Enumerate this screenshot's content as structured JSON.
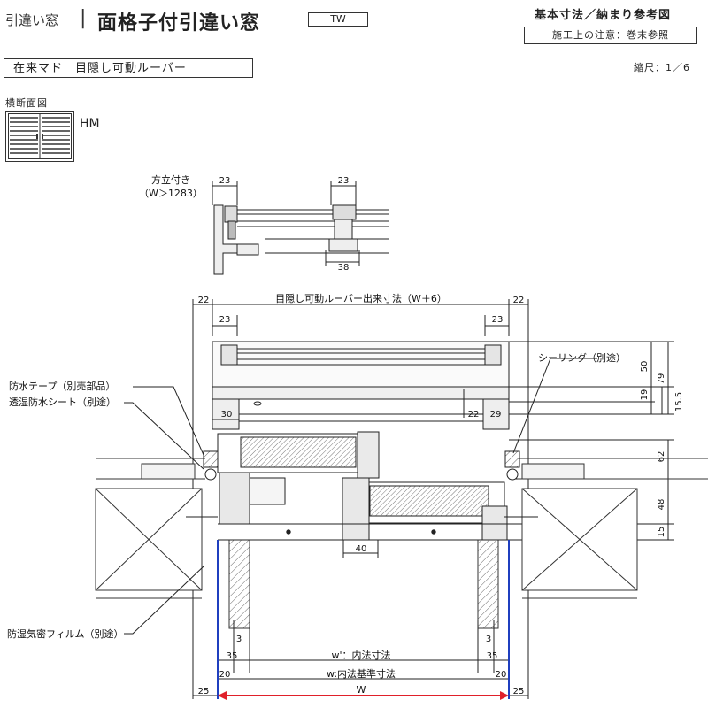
{
  "header": {
    "category": "引違い窓",
    "separator": "|",
    "title": "面格子付引違い窓",
    "type_code": "TW",
    "doc_type": "基本寸法／納まり参考図",
    "note": "施工上の注意：巻末参照",
    "scale": "縮尺：1／6"
  },
  "subheader": {
    "variant": "在来マド　目隠し可動ルーバー"
  },
  "section": {
    "label": "横断面図",
    "icon_code": "HM"
  },
  "detail": {
    "label_line1": "方立付き",
    "label_line2": "（W＞1283）",
    "dim_left": "23",
    "dim_right": "23",
    "dim_bottom": "38"
  },
  "main": {
    "overall_label": "目隠し可動ルーバー出来寸法（W＋6）",
    "d22_left": "22",
    "d22_right": "22",
    "d23_left": "23",
    "d23_right": "23",
    "d50": "50",
    "d79": "79",
    "d19": "19",
    "d15_5": "15.5",
    "d30": "30",
    "d22_mid": "22",
    "d29": "29",
    "d62": "62",
    "d48": "48",
    "d15": "15",
    "d40": "40",
    "d3_left": "3",
    "d3_right": "3",
    "d35_left": "35",
    "d35_right": "35",
    "d20_left": "20",
    "d20_right": "20",
    "d25_left": "25",
    "d25_right": "25",
    "w_prime": "w'：内法寸法",
    "w_std": "w:内法基準寸法",
    "w_total": "W"
  },
  "callouts": {
    "waterproof_tape": "防水テープ（別売部品）",
    "breathable_sheet": "透湿防水シート（別途）",
    "moisture_film": "防湿気密フィルム（別途）",
    "sealing": "シーリング（別途）"
  },
  "colors": {
    "line": "#222222",
    "blue": "#1f3fbf",
    "red": "#e0202a",
    "wood": "#8a8a8a"
  }
}
